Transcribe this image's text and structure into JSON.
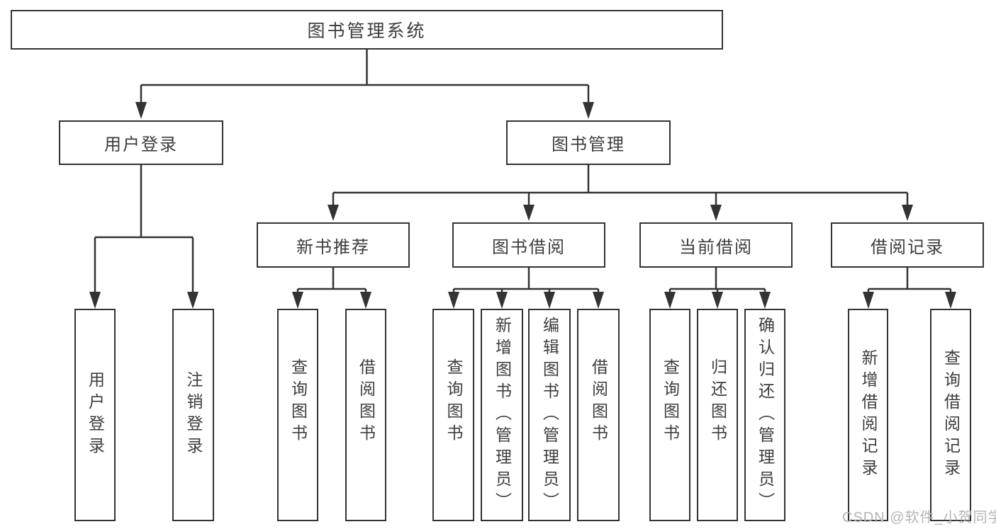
{
  "root": {
    "label": "图书管理系统"
  },
  "branches": {
    "user_login": {
      "label": "用户登录",
      "children": [
        {
          "label": "用户登录"
        },
        {
          "label": "注销登录"
        }
      ]
    },
    "book_mgmt": {
      "label": "图书管理",
      "children": [
        {
          "label": "新书推荐",
          "children": [
            {
              "label": "查询图书"
            },
            {
              "label": "借阅图书"
            }
          ]
        },
        {
          "label": "图书借阅",
          "children": [
            {
              "label": "查询图书"
            },
            {
              "label": "新增图书（管理员）"
            },
            {
              "label": "编辑图书（管理员）"
            },
            {
              "label": "借阅图书"
            }
          ]
        },
        {
          "label": "当前借阅",
          "children": [
            {
              "label": "查询图书"
            },
            {
              "label": "归还图书"
            },
            {
              "label": "确认归还（管理员）"
            }
          ]
        },
        {
          "label": "借阅记录",
          "children": [
            {
              "label": "新增借阅记录"
            },
            {
              "label": "查询借阅记录"
            }
          ]
        }
      ]
    }
  },
  "watermark": {
    "text": "CSDN @软件_小贺同学"
  },
  "colors": {
    "line": "#333333",
    "box_border": "#333333",
    "box_fill": "#ffffff",
    "text": "#3d3d3d",
    "watermark": "#b5b5b5",
    "background": "#ffffff"
  }
}
